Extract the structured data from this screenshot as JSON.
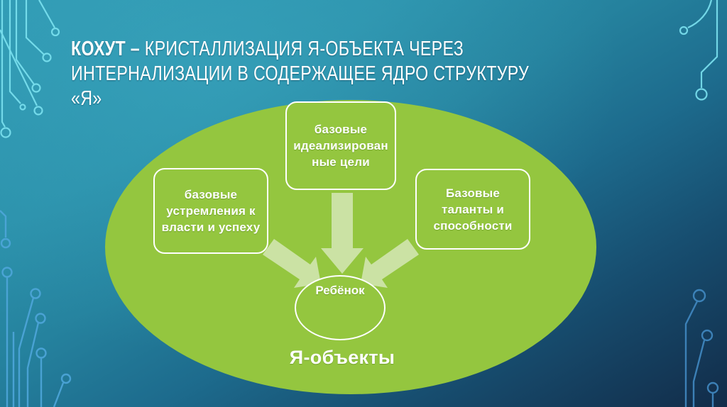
{
  "slide": {
    "title": {
      "lead": "КОХУТ –",
      "line1_rest": "КРИСТАЛЛИЗАЦИЯ Я-ОБЪЕКТА ЧЕРЕЗ",
      "line2": "ИНТЕРНАЛИЗАЦИИ В СОДЕРЖАЩЕЕ ЯДРО СТРУКТУРУ",
      "line3": "«Я»"
    },
    "diagram": {
      "boxes": [
        {
          "id": "idealized-goals",
          "lines": [
            "базовые",
            "идеализирован",
            "ные цели"
          ]
        },
        {
          "id": "strivings",
          "lines": [
            "базовые",
            "устремления к",
            "власти и успеху"
          ]
        },
        {
          "id": "talents",
          "lines": [
            "Базовые",
            "таланты и",
            "способности"
          ]
        }
      ],
      "center_label": "Ребёнок",
      "bottom_label": "Я-объекты"
    },
    "colors": {
      "background_teal": "#2f98b1",
      "background_navy": "#122c49",
      "ellipse_green": "#94c63f",
      "arrow_green": "#cbe2a4",
      "text_white": "#ffffff",
      "circuit_cyan": "#7ce2f0",
      "circuit_blue": "#4ea6da"
    }
  }
}
